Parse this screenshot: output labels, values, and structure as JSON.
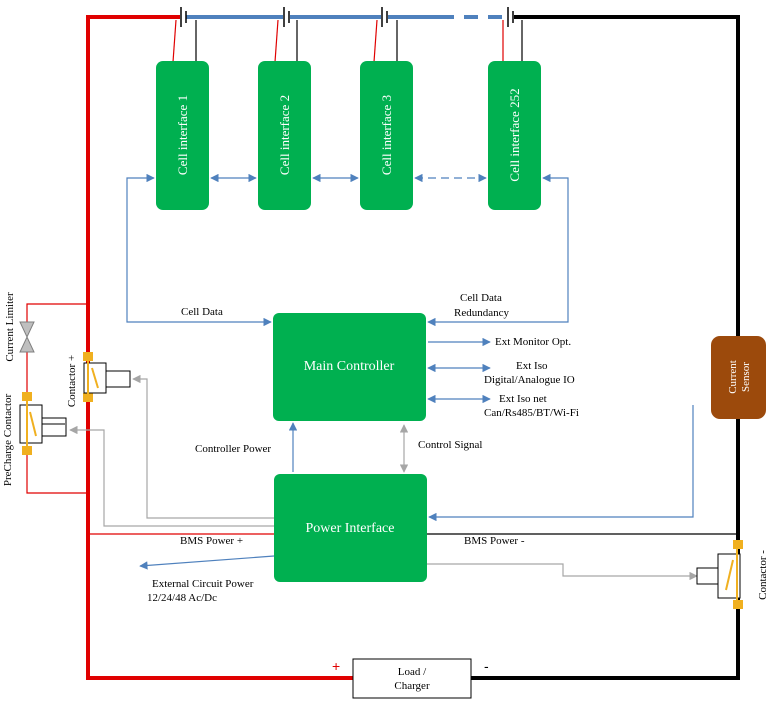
{
  "cells": [
    {
      "label": "Cell interface 1"
    },
    {
      "label": "Cell interface 2"
    },
    {
      "label": "Cell interface 3"
    },
    {
      "label": "Cell interface 252"
    }
  ],
  "main_controller": {
    "label": "Main Controller"
  },
  "power_interface": {
    "label": "Power Interface"
  },
  "current_sensor": {
    "line1": "Current",
    "line2": "Sensor"
  },
  "load": {
    "line1": "Load /",
    "line2": "Charger"
  },
  "labels": {
    "cell_data": "Cell Data",
    "cell_data_redundancy_1": "Cell Data",
    "cell_data_redundancy_2": "Redundancy",
    "ext_monitor": "Ext Monitor Opt.",
    "ext_iso_1": "Ext Iso",
    "ext_iso_2": "Digital/Analogue IO",
    "ext_iso_net_1": "Ext Iso net",
    "ext_iso_net_2": "Can/Rs485/BT/Wi-Fi",
    "controller_power": "Controller Power",
    "control_signal": "Control Signal",
    "bms_power_plus": "BMS Power +",
    "bms_power_minus": "BMS Power -",
    "ext_circuit_1": "External Circuit Power",
    "ext_circuit_2": "12/24/48 Ac/Dc",
    "current_limiter": "Current Limiter",
    "precharge_contactor": "PreCharge Contactor",
    "contactor_plus": "Contactor +",
    "contactor_minus": "Contactor -",
    "plus_sign": "+",
    "minus_sign": "-"
  },
  "colors": {
    "green": "#00b050",
    "brown": "#9c4a0c",
    "red": "#e00000",
    "black": "#000000",
    "blue": "#4f81bd",
    "gray": "#a6a6a6",
    "gold": "#f0b020"
  }
}
